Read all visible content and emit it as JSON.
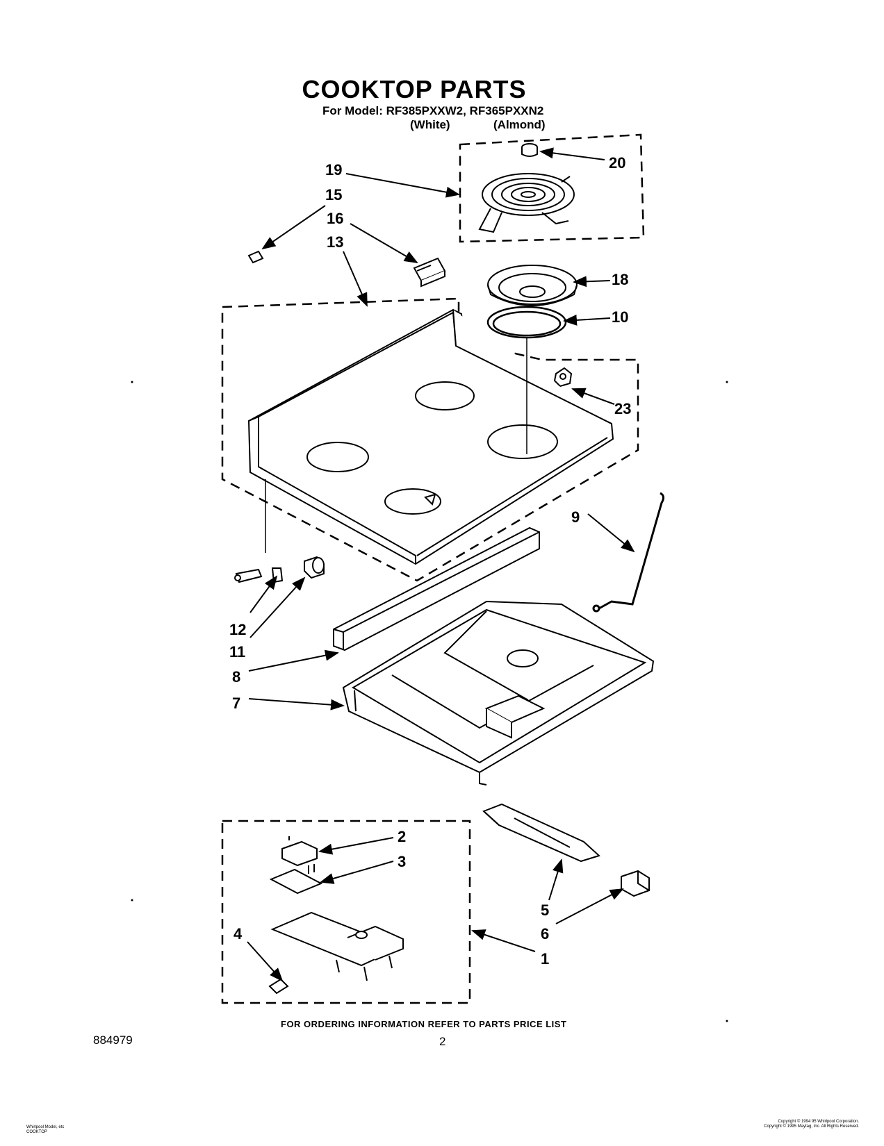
{
  "header": {
    "title": "COOKTOP PARTS",
    "model_line": "For Model: RF385PXXW2, RF365PXXN2",
    "variant_white": "(White)",
    "variant_almond": "(Almond)"
  },
  "callouts": {
    "c1": "1",
    "c2": "2",
    "c3": "3",
    "c4": "4",
    "c5": "5",
    "c6": "6",
    "c7": "7",
    "c8": "8",
    "c9": "9",
    "c10": "10",
    "c11": "11",
    "c12": "12",
    "c13": "13",
    "c15": "15",
    "c16": "16",
    "c18": "18",
    "c19": "19",
    "c20": "20",
    "c23": "23"
  },
  "footer": {
    "ordering_note": "FOR ORDERING INFORMATION REFER TO PARTS PRICE LIST",
    "page_number": "2",
    "doc_number": "884979",
    "left_small_1": "Whirlpool Model, etc",
    "left_small_2": "COOKTOP",
    "right_small_1": "Copyright © 1994 95 Whirlpool Corporation.",
    "right_small_2": "Copyright © 1995 Maytag, Inc. All Rights Reserved."
  }
}
